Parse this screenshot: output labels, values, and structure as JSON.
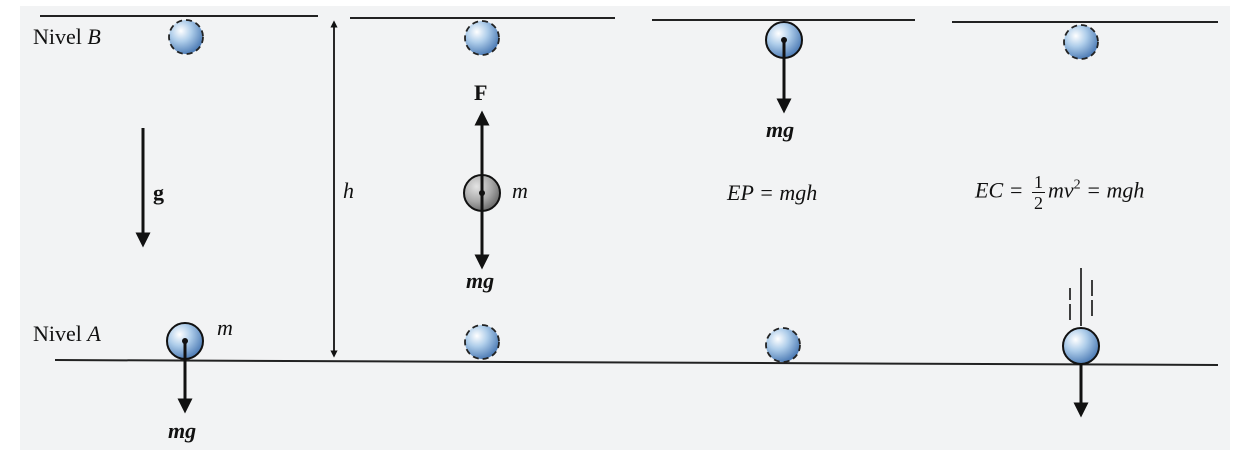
{
  "level_b": {
    "prefix": "Nivel",
    "letter": "B"
  },
  "level_a": {
    "prefix": "Nivel",
    "letter": "A"
  },
  "labels": {
    "g": "g",
    "h": "h",
    "m_ball_a": "m",
    "m_middle": "m",
    "F": "F",
    "mg_a": "mg",
    "mg_middle": "mg",
    "mg_top": "mg"
  },
  "eq_potential": {
    "text": "EP = mgh"
  },
  "eq_kinetic": {
    "lhs": "EC =",
    "num": "1",
    "den": "2",
    "mv": "mv",
    "exp": "2",
    "rhs": "= mgh"
  },
  "colors": {
    "background": "#ffffff",
    "panel": "#f2f3f4",
    "line": "#222222",
    "ball_fill": "#aecdea",
    "ball_highlight": "#ffffff",
    "ball_shadow": "#4f7db6",
    "middle_ball": "#a8a8a8"
  }
}
